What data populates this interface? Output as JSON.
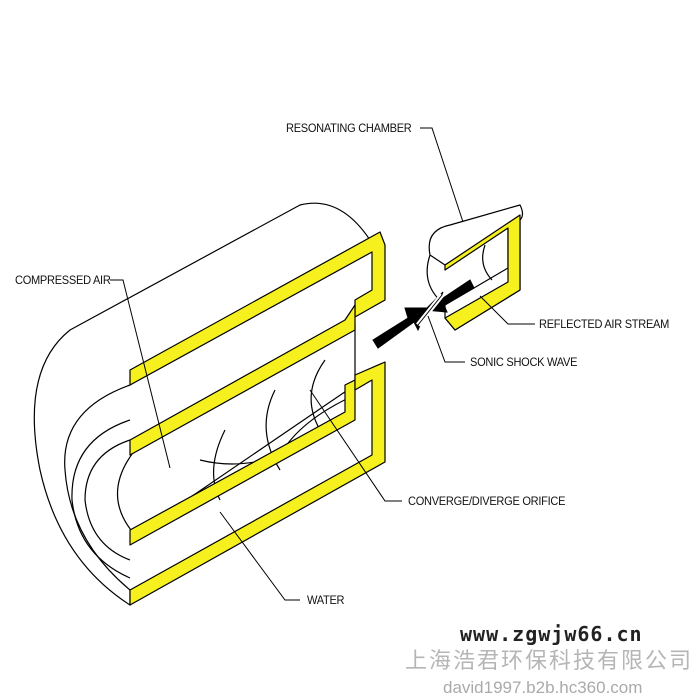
{
  "labels": {
    "resonating_chamber": "RESONATING CHAMBER",
    "compressed_air": "COMPRESSED AIR",
    "reflected_air_stream": "REFLECTED AIR STREAM",
    "sonic_shock_wave": "SONIC SHOCK WAVE",
    "converge_diverge_orifice": "CONVERGE/DIVERGE ORIFICE",
    "water": "WATER"
  },
  "watermark": {
    "url": "www.zgwjw66.cn",
    "company": "上海浩君环保科技有限公司",
    "site": "david1997.b2b.hc360.com"
  },
  "colors": {
    "section": "#f5f01e",
    "outline": "#000000"
  }
}
